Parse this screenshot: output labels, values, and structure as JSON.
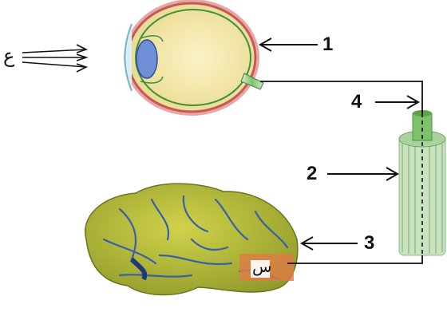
{
  "labels": {
    "one": "1",
    "two": "2",
    "three": "3",
    "four": "4",
    "ain": "ع",
    "seen": "س"
  },
  "icons": {
    "eye": "eye-icon",
    "brain": "brain-icon",
    "nerve": "nerve-bundle-icon",
    "light": "light-rays-icon"
  },
  "colors": {
    "sclera": "#f3e7a6",
    "eye_outline": "#c4585b",
    "retina": "#3f8f3f",
    "lens": "#6f8fd8",
    "nerve": "#9fd08f",
    "brain": "#b9bf3a",
    "brain_vessel": "#3a5fa8",
    "cortex_patch": "#e07b45",
    "line": "#111111"
  }
}
